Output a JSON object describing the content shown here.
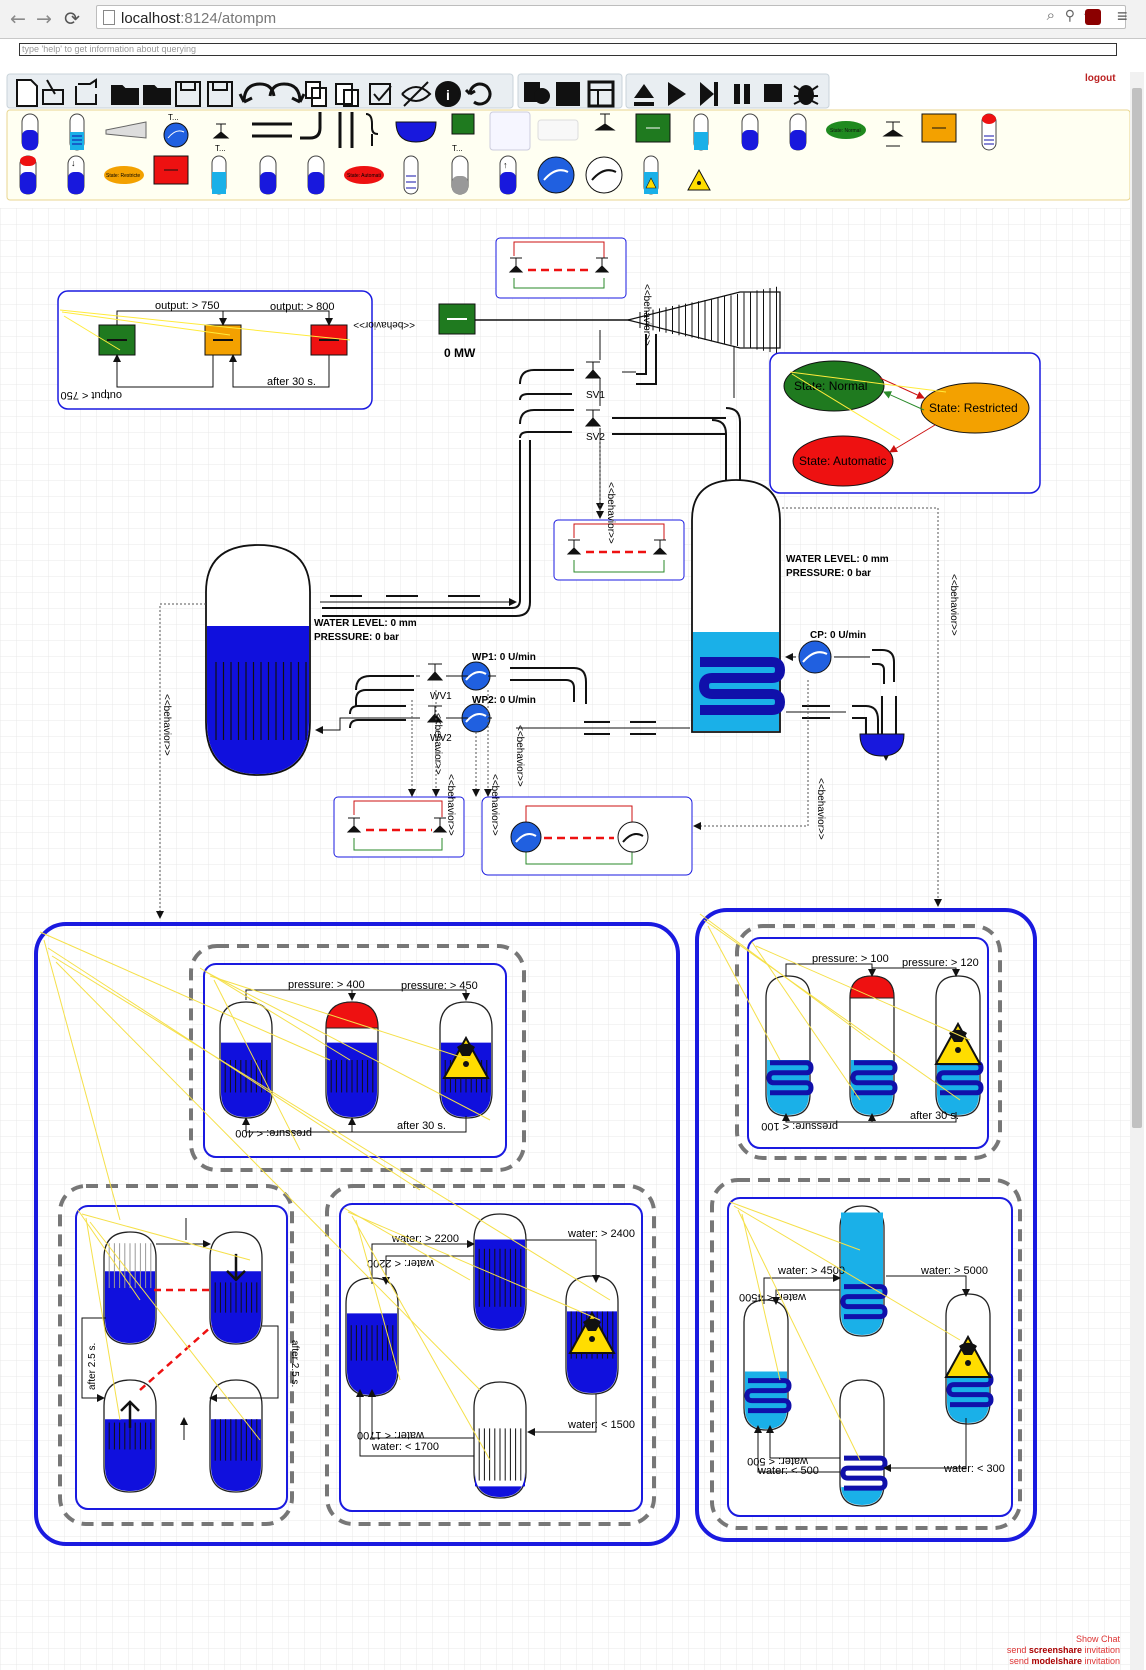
{
  "browser": {
    "url_host": "localhost",
    "url_rest": ":8124/atompm"
  },
  "console": {
    "placeholder": "type 'help' to get information about querying"
  },
  "session": {
    "logout_label": "logout"
  },
  "toolbars": {
    "file_tools": [
      "new-file-icon",
      "load-icon",
      "export-icon",
      "open-folder-icon",
      "new-folder-icon",
      "save-icon",
      "save-as-icon",
      "undo-icon",
      "redo-icon",
      "copy-icon",
      "paste-icon",
      "validate-icon",
      "hide-icon",
      "info-icon",
      "refresh-icon"
    ],
    "layout_tools": [
      "group-icon",
      "share-icon",
      "layout-icon"
    ],
    "sim_tools": [
      "eject-icon",
      "play-icon",
      "step-icon",
      "pause-icon",
      "stop-icon",
      "debug-icon"
    ]
  },
  "palette": {
    "state_normal": "State: Normal",
    "state_restricted": "State: Restricte",
    "state_automatic": "State: Automati",
    "generator_short": "T..."
  },
  "diagram": {
    "generator": {
      "output": "0 MW",
      "t_output_750": "output: > 750",
      "t_output_800": "output: > 800",
      "t_output_lt_750": "output < 750",
      "t_after_30": "after 30 s."
    },
    "behavior": "<<behavior>>",
    "valves": {
      "sv1": "SV1",
      "sv2": "SV2",
      "wv1": "WV1",
      "wv2": "WV2"
    },
    "pumps": {
      "wp1": "WP1: 0 U/min",
      "wp2": "WP2: 0 U/min",
      "cp": "CP: 0 U/min"
    },
    "reactor": {
      "water": "WATER LEVEL: 0 mm",
      "pressure": "PRESSURE: 0 bar"
    },
    "condenser": {
      "water": "WATER LEVEL: 0 mm",
      "pressure": "PRESSURE: 0 bar"
    },
    "states": {
      "normal": "State: Normal",
      "restricted": "State: Restricted",
      "automatic": "State: Automatic"
    },
    "reactor_pressure_sm": {
      "t_400": "pressure: > 400",
      "t_450": "pressure: > 450",
      "t_lt_400": "pressure: < 400",
      "t_after_30": "after 30 s."
    },
    "rods_sm": {
      "t_after_25_left": "after 2.5 s.",
      "t_after_25_right": "after 2.5 s."
    },
    "reactor_water_sm": {
      "t_2200": "water: > 2200",
      "t_lt_2200": "water: < 2200",
      "t_2400": "water: > 2400",
      "t_lt_1500": "water: < 1500",
      "t_lt_1700_flipped": "water: < 1700",
      "t_lt_1700": "water: < 1700"
    },
    "condenser_pressure_sm": {
      "t_100": "pressure: > 100",
      "t_120": "pressure: > 120",
      "t_lt_100": "pressure: < 100",
      "t_after_30": "after 30 s."
    },
    "condenser_water_sm": {
      "t_4500": "water: > 4500",
      "t_lt_4500": "water: < 4500",
      "t_5000": "water: > 5000",
      "t_lt_500_flipped": "water: < 500",
      "t_lt_500": "water: < 500",
      "t_lt_300": "water: < 300"
    }
  },
  "footer": {
    "chat": "Show Chat",
    "screenshare_prefix": "send ",
    "screenshare_bold": "screenshare",
    "screenshare_suffix": " invitation",
    "modelshare_prefix": "send ",
    "modelshare_bold": "modelshare",
    "modelshare_suffix": " invitation"
  },
  "colors": {
    "water": "#1010dd",
    "light_water": "#1ab0e8",
    "generator_green": "#1f7a1f",
    "generator_orange": "#f3a100",
    "generator_red": "#ee1111",
    "state_box_border": "#1a1ae0"
  }
}
